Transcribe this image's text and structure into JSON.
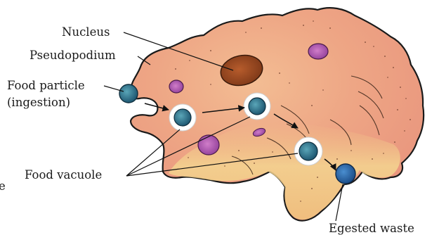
{
  "labels": {
    "nucleus": "Nucleus",
    "pseudopodium": "Pseudopodium",
    "food_particle_line1": "Food particle",
    "food_particle_line2": "(ingestion)",
    "food_vacuole": "Food vacuole",
    "egested_waste": "Egested waste",
    "edge_fragment": "e"
  },
  "colors": {
    "cytoplasm_edge": "#eb9a7e",
    "cytoplasm_center": "#f0b08e",
    "cytoplasm_lower": "#f2cf8a",
    "nucleus": "#9a4a22",
    "vacuole_purple": "#b45cb0",
    "food_particle": "#3a7f95"
  }
}
